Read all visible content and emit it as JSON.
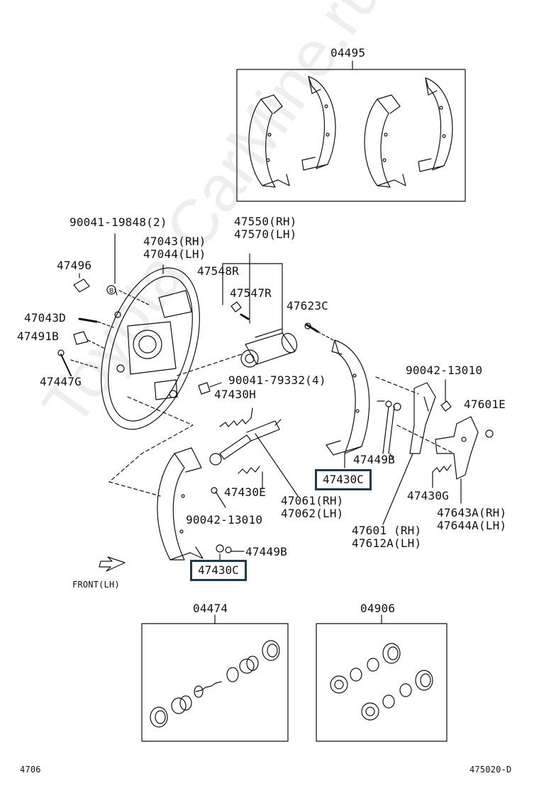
{
  "kits": {
    "shoe_kit": "04495",
    "cylinder_kit_a": "04474",
    "cylinder_kit_b": "04906"
  },
  "labels": {
    "bolt_2": "90041-19848(2)",
    "plate_rh": "47043(RH)",
    "plate_lh": "47044(LH)",
    "cyl_rh": "47550(RH)",
    "cyl_lh": "47570(LH)",
    "p47496": "47496",
    "p47548r": "47548R",
    "p47547r": "47547R",
    "p47623c": "47623C",
    "p47043d": "47043D",
    "p47491b": "47491B",
    "p47447g": "47447G",
    "nut_4": "90041-79332(4)",
    "p47430h": "47430H",
    "p90042_top": "90042-13010",
    "p47601e": "47601E",
    "p47449b_top": "47449B",
    "p47430c_top": "47430C",
    "p47430e": "47430E",
    "adj_rh": "47061(RH)",
    "adj_lh": "47062(LH)",
    "p47430g": "47430G",
    "lever_rh": "47643A(RH)",
    "lever_lh": "47644A(LH)",
    "p90042_bot": "90042-13010",
    "strut_rh": "47601 (RH)",
    "strut_lh": "47612A(LH)",
    "p47449b_bot": "47449B",
    "p47430c_bot": "47430C",
    "front": "FRONT(LH)",
    "marker_b": "B"
  },
  "footer": {
    "left": "4706",
    "right": "475020-D"
  },
  "watermark": "Toyota-CarMine.ru"
}
